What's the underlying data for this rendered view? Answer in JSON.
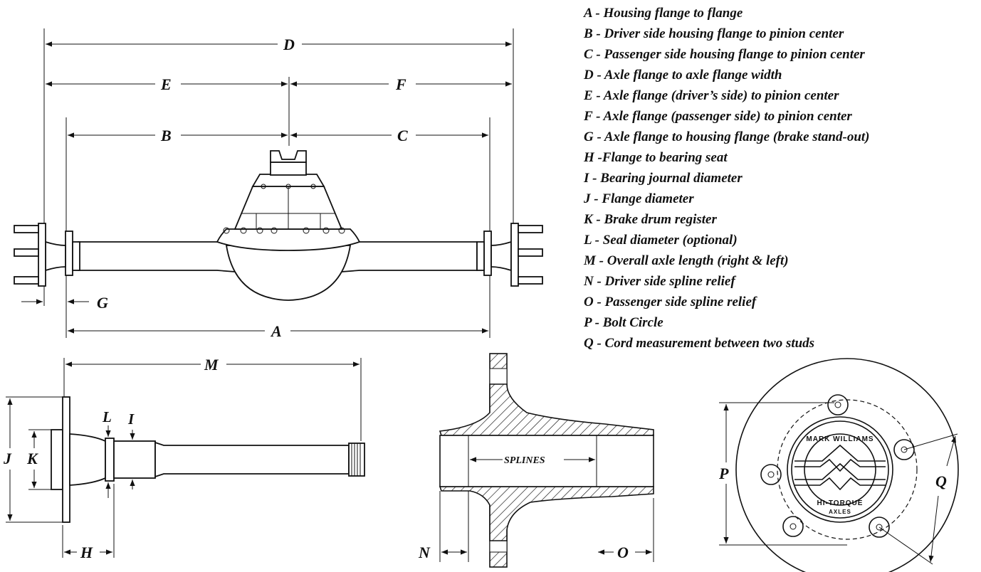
{
  "legend": [
    "A - Housing flange to flange",
    "B - Driver side housing flange to pinion center",
    "C - Passenger side housing flange to pinion center",
    "D - Axle flange to axle flange width",
    "E - Axle flange (driver’s side) to pinion center",
    "F - Axle flange (passenger side) to pinion center",
    "G - Axle flange to housing flange (brake stand-out)",
    "H -Flange to bearing seat",
    "I  - Bearing journal diameter",
    "J  - Flange diameter",
    "K - Brake drum register",
    "L  - Seal diameter (optional)",
    "M - Overall axle length (right & left)",
    "N - Driver side spline relief",
    "O - Passenger side spline relief",
    "P - Bolt Circle",
    "Q - Cord measurement between two studs"
  ],
  "dims": {
    "A": "A",
    "B": "B",
    "C": "C",
    "D": "D",
    "E": "E",
    "F": "F",
    "G": "G",
    "H": "H",
    "I": "I",
    "J": "J",
    "K": "K",
    "L": "L",
    "M": "M",
    "N": "N",
    "O": "O",
    "P": "P",
    "Q": "Q"
  },
  "splines_label": "SPLINES",
  "logo": {
    "top": "MARK WILLIAMS",
    "bottom": "HI-TORQUE",
    "sub": "AXLES"
  }
}
